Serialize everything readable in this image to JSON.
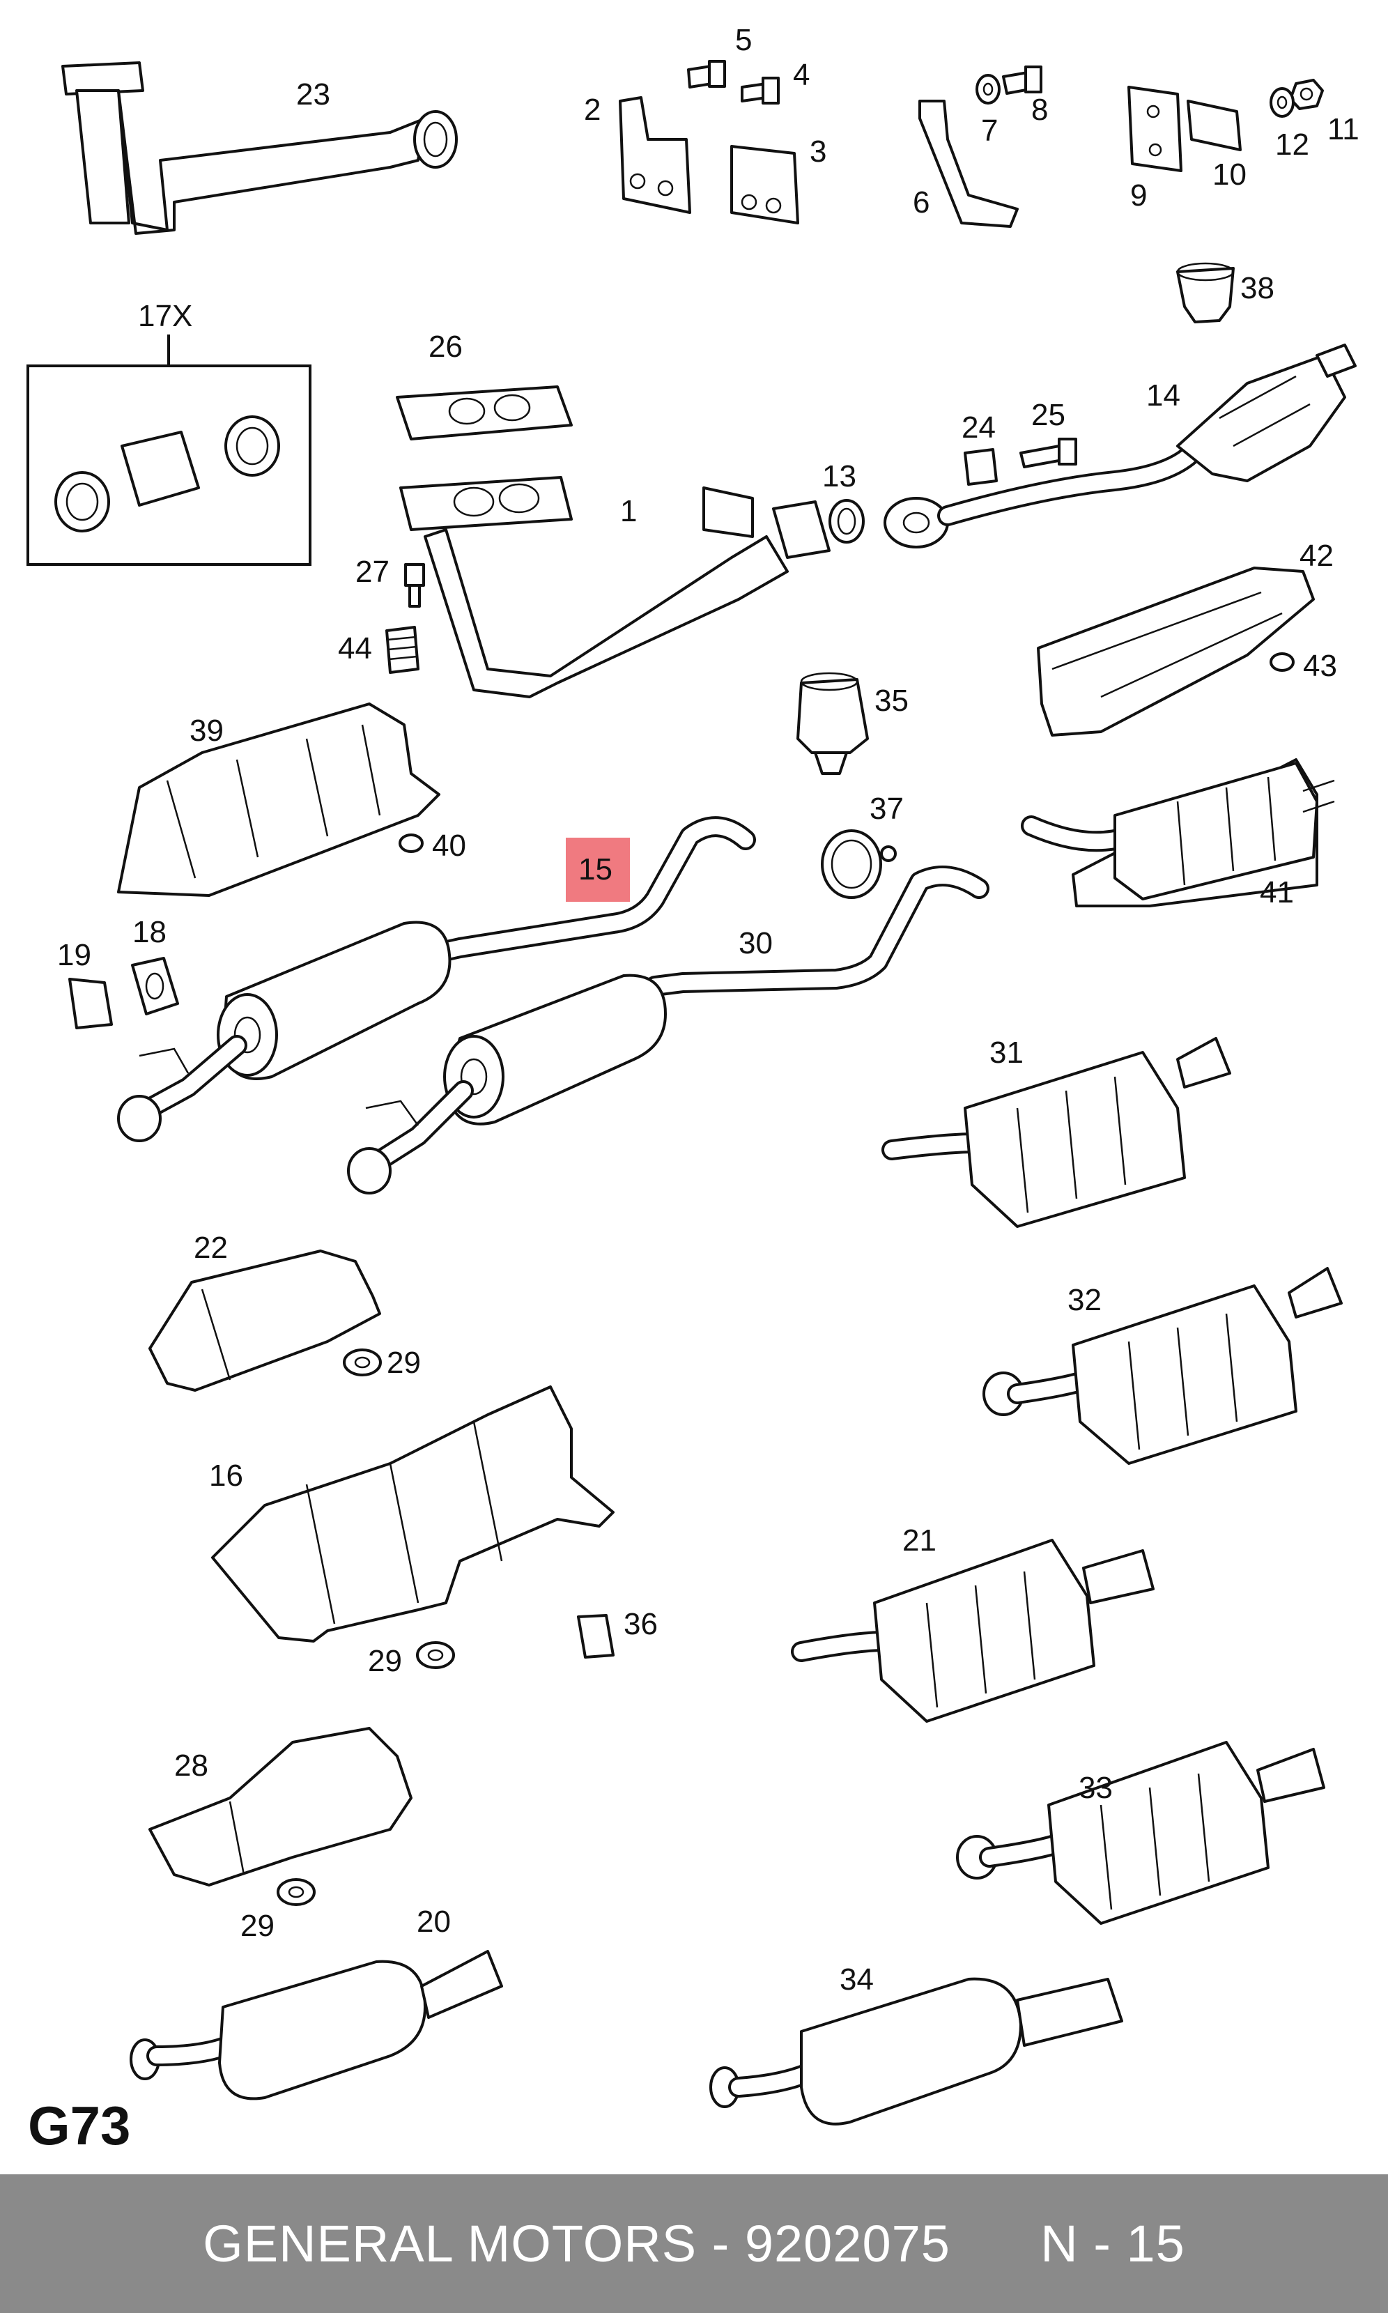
{
  "diagram_code": "G73",
  "highlight": {
    "label": "15",
    "color": "#f07a80"
  },
  "footer": {
    "brand": "GENERAL MOTORS",
    "separator": " - ",
    "part_number": "9202075",
    "position_label": "N - 15",
    "background": "#8a8a8a"
  },
  "labels": {
    "p1": "1",
    "p2": "2",
    "p3": "3",
    "p4": "4",
    "p5": "5",
    "p6": "6",
    "p7": "7",
    "p8": "8",
    "p9": "9",
    "p10": "10",
    "p11": "11",
    "p12": "12",
    "p13": "13",
    "p14": "14",
    "p15": "15",
    "p16": "16",
    "p17x": "17X",
    "p18": "18",
    "p19": "19",
    "p20": "20",
    "p21": "21",
    "p22": "22",
    "p23": "23",
    "p24": "24",
    "p25": "25",
    "p26": "26",
    "p27": "27",
    "p28": "28",
    "p29a": "29",
    "p29b": "29",
    "p29c": "29",
    "p30": "30",
    "p31": "31",
    "p32": "32",
    "p33": "33",
    "p34": "34",
    "p35": "35",
    "p36": "36",
    "p37": "37",
    "p38": "38",
    "p39": "39",
    "p40": "40",
    "p41": "41",
    "p42": "42",
    "p43": "43",
    "p44": "44"
  }
}
